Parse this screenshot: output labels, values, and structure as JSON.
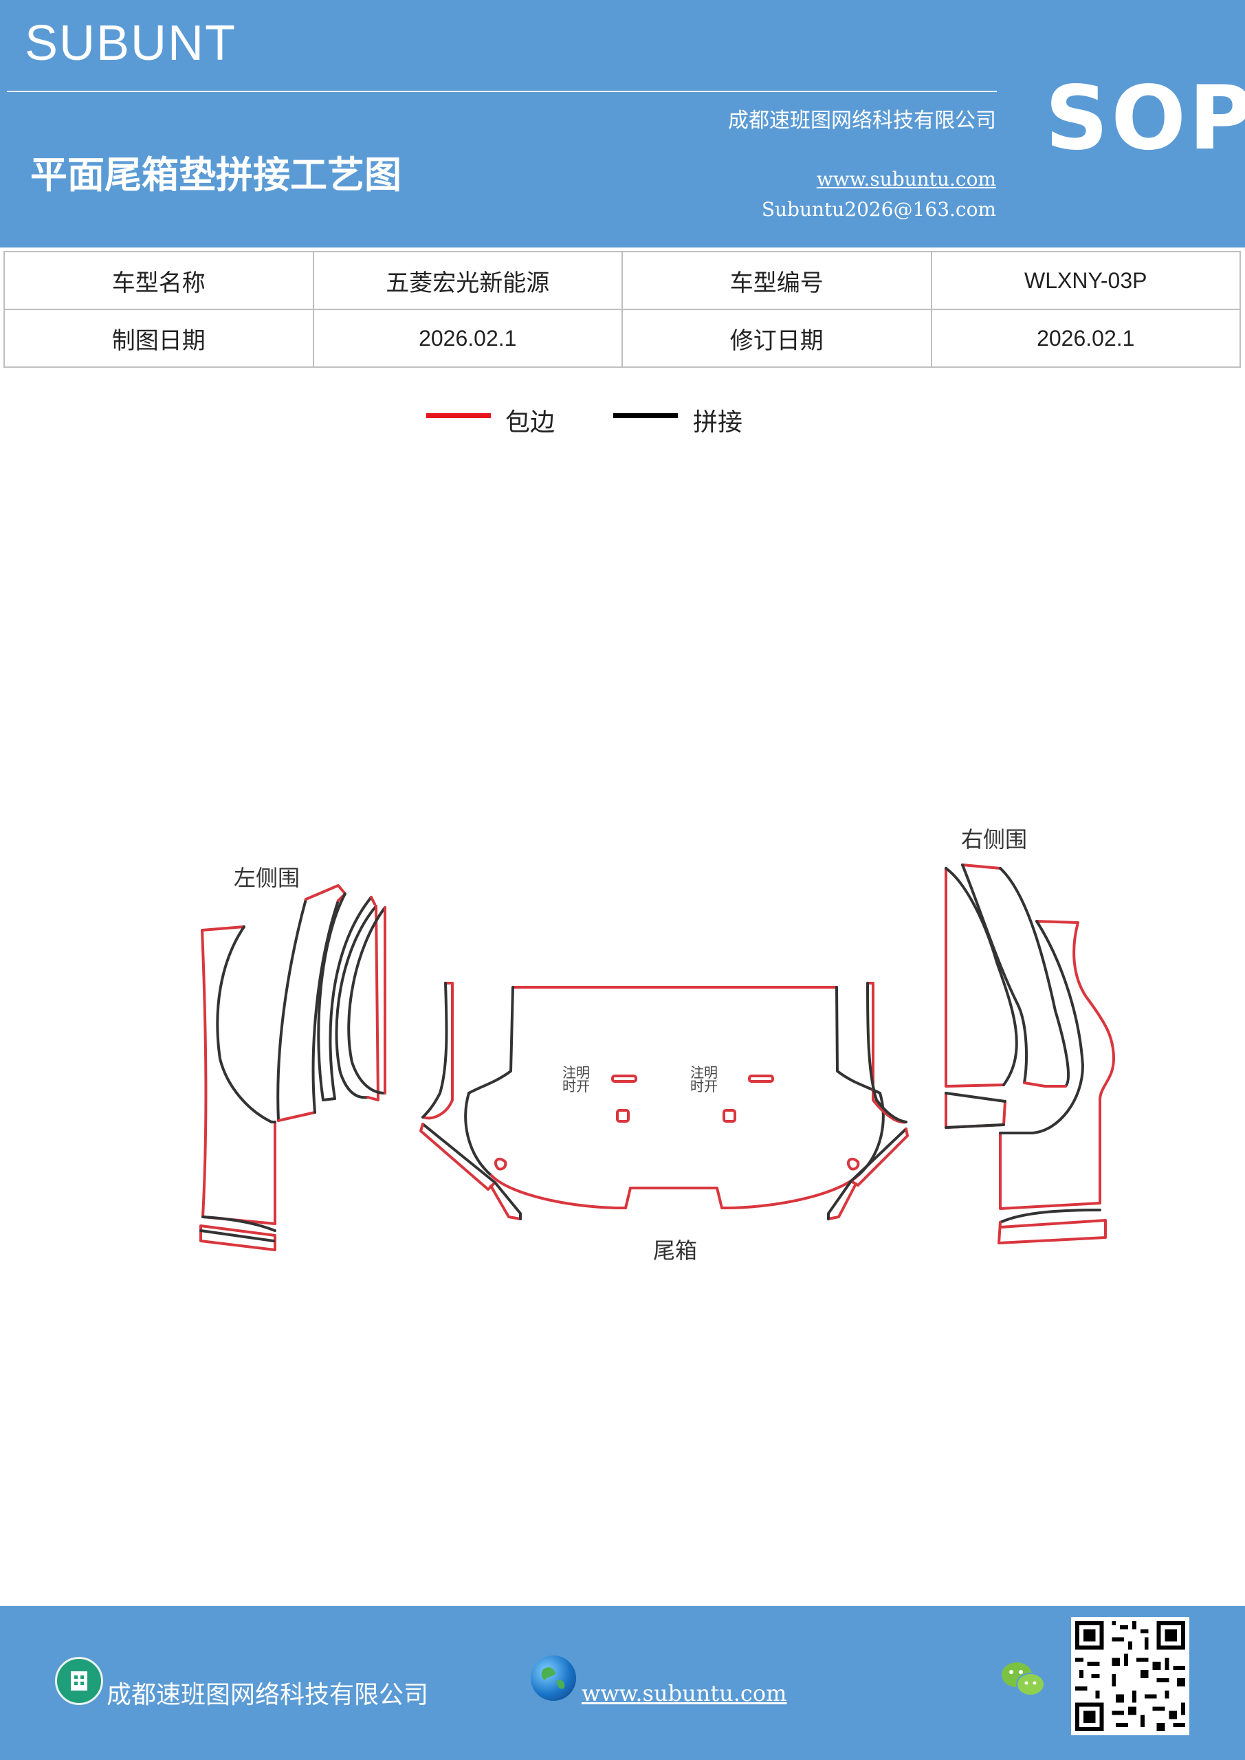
{
  "header": {
    "brand": "SUBUNT",
    "title": "平面尾箱垫拼接工艺图",
    "company": "成都速班图网络科技有限公司",
    "website": "www.subuntu.com",
    "email": "Subuntu2026@163.com",
    "badge": "SOP"
  },
  "info_table": {
    "row1": {
      "label1": "车型名称",
      "value1": "五菱宏光新能源",
      "label2": "车型编号",
      "value2": "WLXNY-03P"
    },
    "row2": {
      "label1": "制图日期",
      "value1": "2026.02.1",
      "label2": "修订日期",
      "value2": "2026.02.1"
    }
  },
  "legend": {
    "edge": {
      "label": "包边",
      "color": "#e8141c"
    },
    "splice": {
      "label": "拼接",
      "color": "#000000"
    }
  },
  "diagram": {
    "left_label": "左侧围",
    "right_label": "右侧围",
    "center_label": "尾箱",
    "note_line1": "注明",
    "note_line2": "时开"
  },
  "footer": {
    "company": "成都速班图网络科技有限公司",
    "website": "www.subuntu.com",
    "building_icon": "building-icon",
    "globe_icon": "globe-icon",
    "wechat_icon": "wechat-icon"
  }
}
